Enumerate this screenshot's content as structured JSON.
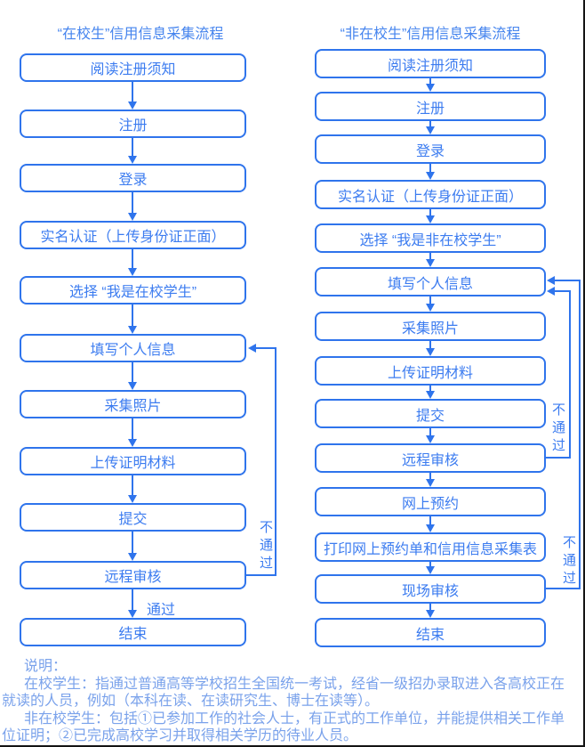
{
  "page": {
    "background": "#ffffff",
    "accent_blue": "#2f74ec",
    "box_text_blue": "#3c7cf0",
    "title_blue": "#4584ee",
    "note_blue": "#7aa2eb"
  },
  "flowcharts": [
    {
      "title": "“在校生”信用信息采集流程",
      "steps": [
        "阅读注册须知",
        "注册",
        "登录",
        "实名认证（上传身份证正面）",
        "选择 “我是在校学生”",
        "填写个人信息",
        "采集照片",
        "上传证明材料",
        "提交",
        "远程审核",
        "结束"
      ],
      "pass_label": "通过",
      "fail_label": "不通过"
    },
    {
      "title": "“非在校生”信用信息采集流程",
      "steps": [
        "阅读注册须知",
        "注册",
        "登录",
        "实名认证（上传身份证正面）",
        "选择 “我是非在校学生”",
        "填写个人信息",
        "采集照片",
        "上传证明材料",
        "提交",
        "远程审核",
        "网上预约",
        "打印网上预约单和信用信息采集表",
        "现场审核",
        "结束"
      ],
      "fail_label_remote": "不通过",
      "fail_label_onsite": "不通过"
    }
  ],
  "notes": {
    "heading": "说明：",
    "lines": [
      "在校学生：指通过普通高等学校招生全国统一考试，经省一级招办录取进入各高校正在",
      "就读的人员，例如（本科在读、在读研究生、博士在读等）。",
      "非在校学生：包括①已参加工作的社会人士，有正式的工作单位，并能提供相关工作单",
      "位证明；②已完成高校学习并取得相关学历的待业人员。"
    ],
    "indented": [
      true,
      false,
      true,
      false
    ]
  }
}
